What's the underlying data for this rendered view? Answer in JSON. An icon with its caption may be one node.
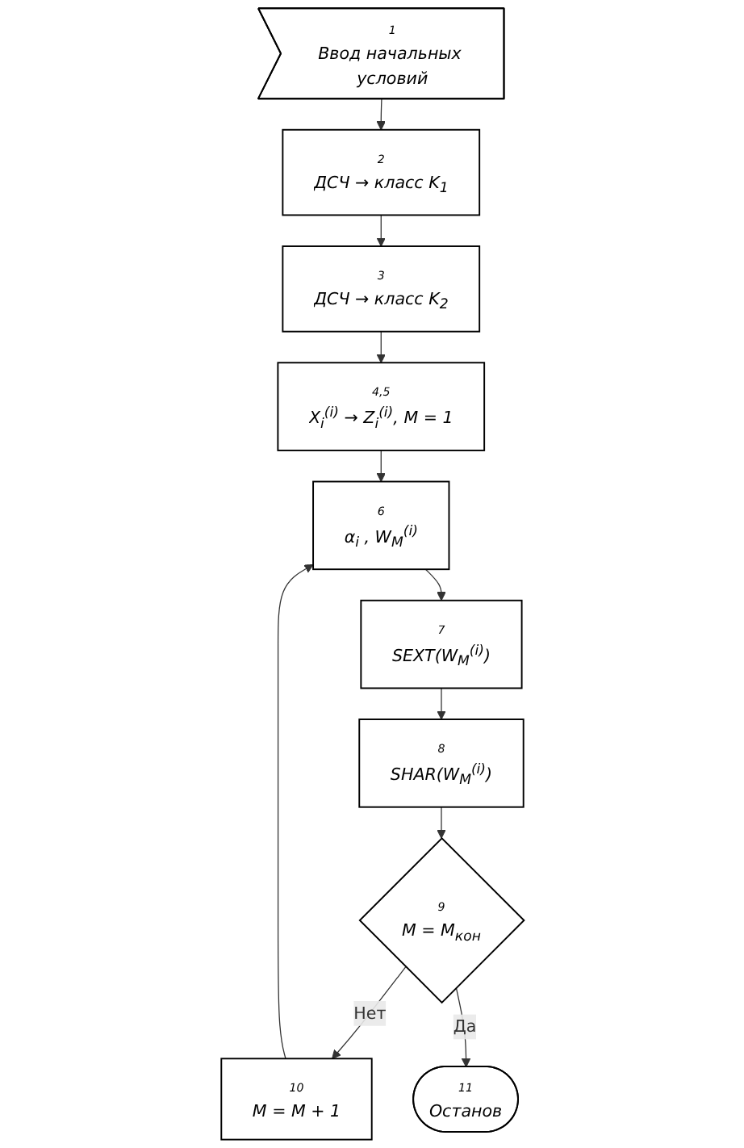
{
  "diagram": {
    "nodes": [
      {
        "text": [
          "1",
          "Ввод начальных условий"
        ]
      },
      {
        "text": [
          "2",
          "ДСЧ → класс K$_{1}$"
        ]
      },
      {
        "text": [
          "3",
          "ДСЧ → класс K$_{2}$"
        ]
      },
      {
        "text": [
          "4,5",
          "X$_{i}$$^{(i)}$ → Z$_{i}$$^{(i)}$, M = 1"
        ]
      },
      {
        "text": [
          "6",
          "α$_{i}$ , W$_{M}$$^{(i)}$"
        ]
      },
      {
        "text": [
          "7",
          "SEXT(W$_{M}$$^{(i)}$)"
        ]
      },
      {
        "text": [
          "8",
          "SHAR(W$_{M}$$^{(i)}$)"
        ]
      },
      {
        "text": [
          "9",
          "M = M$_{кон}$"
        ]
      },
      {
        "text": [
          "10",
          "M = M + 1"
        ]
      },
      {
        "text": [
          "11",
          "Останов"
        ]
      }
    ],
    "edges": [
      {
        "from": 0,
        "to": 1,
        "arrow": "to"
      },
      {
        "from": 1,
        "to": 2,
        "arrow": "to"
      },
      {
        "from": 2,
        "to": 3,
        "arrow": "to"
      },
      {
        "from": 3,
        "to": 4,
        "arrow": "to"
      },
      {
        "from": 4,
        "to": 5,
        "arrow": "to"
      },
      {
        "from": 5,
        "to": 6,
        "arrow": "to"
      },
      {
        "from": 6,
        "to": 7,
        "arrow": "to"
      },
      {
        "from": 7,
        "to": 8,
        "label": "Нет",
        "arrow": "to"
      },
      {
        "from": 8,
        "to": 4,
        "arrow": "to"
      },
      {
        "from": 7,
        "to": 9,
        "label": "Да",
        "arrow": "to"
      }
    ]
  }
}
